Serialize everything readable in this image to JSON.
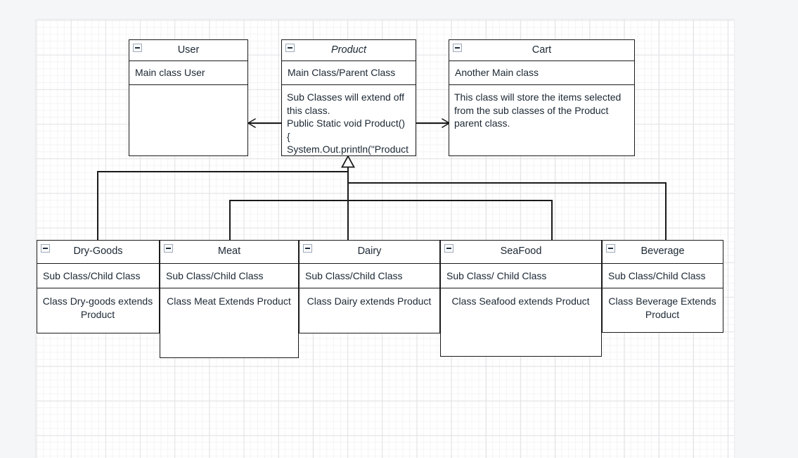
{
  "diagram": {
    "type": "uml-class-diagram",
    "canvas_background": "#ffffff",
    "page_background": "#f5f6f8",
    "grid": true,
    "classes": [
      {
        "id": "user",
        "name": "User",
        "abstract": false,
        "attribute": "Main class User",
        "body": "",
        "collapse_icon": "minus-icon"
      },
      {
        "id": "product",
        "name": "Product",
        "abstract": true,
        "attribute": "Main Class/Parent Class",
        "body": "Sub Classes will extend off this class.\nPublic Static void Product()\n{\nSystem.Out.println(\"Product",
        "collapse_icon": "minus-icon"
      },
      {
        "id": "cart",
        "name": "Cart",
        "abstract": false,
        "attribute": "Another Main class",
        "body": "This class will store the items selected from the sub classes of the Product parent class.",
        "collapse_icon": "minus-icon"
      },
      {
        "id": "drygoods",
        "name": "Dry-Goods",
        "abstract": false,
        "attribute": "Sub Class/Child Class",
        "body": "Class Dry-goods extends Product",
        "collapse_icon": "minus-icon"
      },
      {
        "id": "meat",
        "name": "Meat",
        "abstract": false,
        "attribute": "Sub Class/Child Class",
        "body": "Class Meat Extends Product",
        "collapse_icon": "minus-icon"
      },
      {
        "id": "dairy",
        "name": "Dairy",
        "abstract": false,
        "attribute": "Sub Class/Child Class",
        "body": "Class Dairy extends Product",
        "collapse_icon": "minus-icon"
      },
      {
        "id": "seafood",
        "name": "SeaFood",
        "abstract": false,
        "attribute": "Sub Class/ Child Class",
        "body": "Class Seafood extends Product",
        "collapse_icon": "minus-icon"
      },
      {
        "id": "beverage",
        "name": "Beverage",
        "abstract": false,
        "attribute": "Sub Class/Child Class",
        "body": "Class Beverage Extends Product",
        "collapse_icon": "minus-icon"
      }
    ],
    "connectors": [
      {
        "id": "product-to-user",
        "from": "product",
        "to": "user",
        "kind": "association",
        "arrow": "open-arrow-left"
      },
      {
        "id": "product-to-cart",
        "from": "product",
        "to": "cart",
        "kind": "association",
        "arrow": "open-arrow-right"
      },
      {
        "id": "drygoods-to-product",
        "from": "drygoods",
        "to": "product",
        "kind": "generalization",
        "arrow": "hollow-triangle"
      },
      {
        "id": "meat-to-product",
        "from": "meat",
        "to": "product",
        "kind": "generalization",
        "arrow": "hollow-triangle"
      },
      {
        "id": "dairy-to-product",
        "from": "dairy",
        "to": "product",
        "kind": "generalization",
        "arrow": "hollow-triangle"
      },
      {
        "id": "seafood-to-product",
        "from": "seafood",
        "to": "product",
        "kind": "generalization",
        "arrow": "hollow-triangle"
      },
      {
        "id": "beverage-to-product",
        "from": "beverage",
        "to": "product",
        "kind": "generalization",
        "arrow": "hollow-triangle"
      }
    ],
    "colors": {
      "box_border": "#1a1a1a",
      "text": "#1b2733",
      "grid_major": "#e3e3e6",
      "grid_minor": "#f4f4f5",
      "connector": "#1a1a1a",
      "icon_border": "#9aa8bb"
    }
  }
}
